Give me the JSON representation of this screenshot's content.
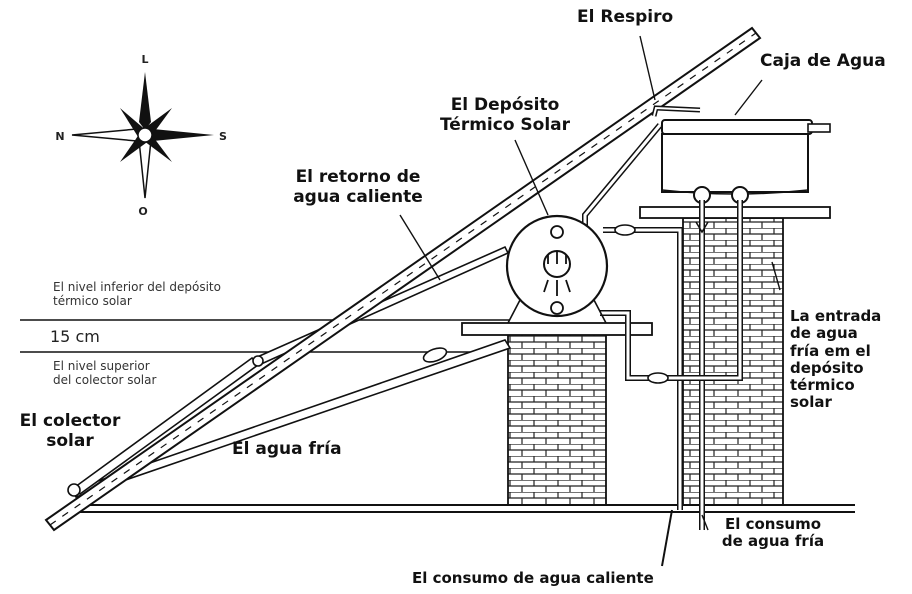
{
  "compass": {
    "north": "L",
    "south": "O",
    "west": "N",
    "east": "S"
  },
  "labels": {
    "respiro": "El Respiro",
    "caja_agua": "Caja de Agua",
    "deposito_l1": "El Depósito",
    "deposito_l2": "Térmico Solar",
    "retorno_l1": "El retorno de",
    "retorno_l2": "agua caliente",
    "nivel_inf_l1": "El nivel inferior del depósito",
    "nivel_inf_l2": "térmico solar",
    "distancia": "15 cm",
    "nivel_sup_l1": "El nivel superior",
    "nivel_sup_l2": "del colector solar",
    "colector_l1": "El colector",
    "colector_l2": "solar",
    "agua_fria": "El agua fría",
    "entrada_l1": "La entrada",
    "entrada_l2": "de agua",
    "entrada_l3": "fría em el",
    "entrada_l4": "depósito",
    "entrada_l5": "térmico",
    "entrada_l6": "solar",
    "consumo_fria_l1": "El consumo",
    "consumo_fria_l2": "de agua fría",
    "consumo_caliente": "El consumo de agua caliente"
  }
}
